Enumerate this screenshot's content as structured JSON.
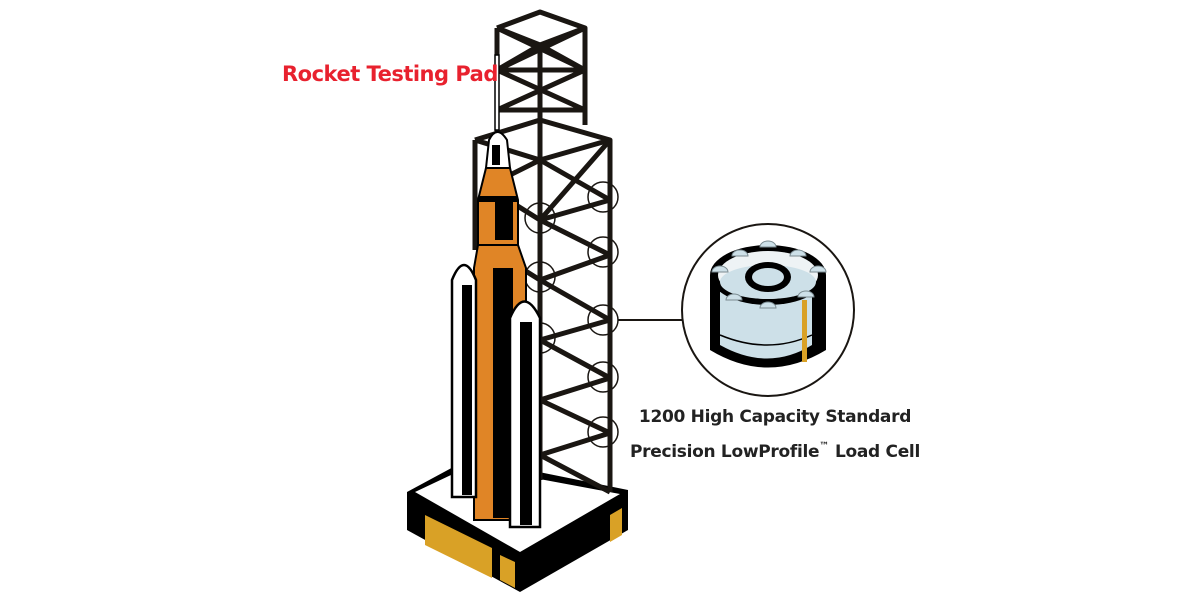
{
  "title": "Rocket Testing Pad",
  "caption": {
    "line1": "1200 High Capacity Standard",
    "line2_prefix": "Precision LowProfile",
    "trademark": "™",
    "line2_suffix": "Load Cell"
  },
  "colors": {
    "title": "#e8212e",
    "rocket_orange": "#e08526",
    "pad_gold": "#d9a126",
    "load_cell_blue": "#cde0e8",
    "structure": "#1a1612"
  }
}
